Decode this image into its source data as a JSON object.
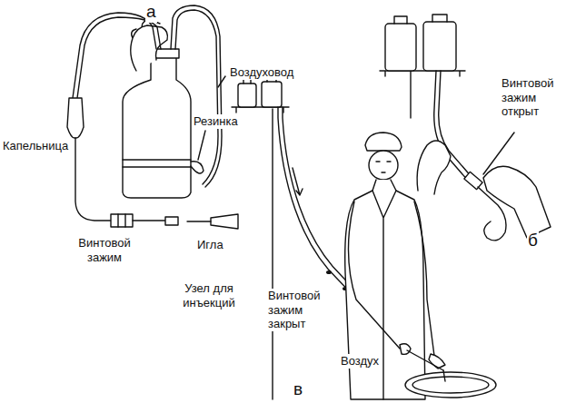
{
  "diagram": {
    "labels": [
      "а",
      "Воздуховод",
      "Капельница",
      "Резинка",
      "Винтовой зажим",
      "Игла",
      "Узел для инъекций",
      "Винтовой зажим закрыт",
      "Воздух",
      "в",
      "Винтовой зажим открыт",
      "б"
    ]
  }
}
